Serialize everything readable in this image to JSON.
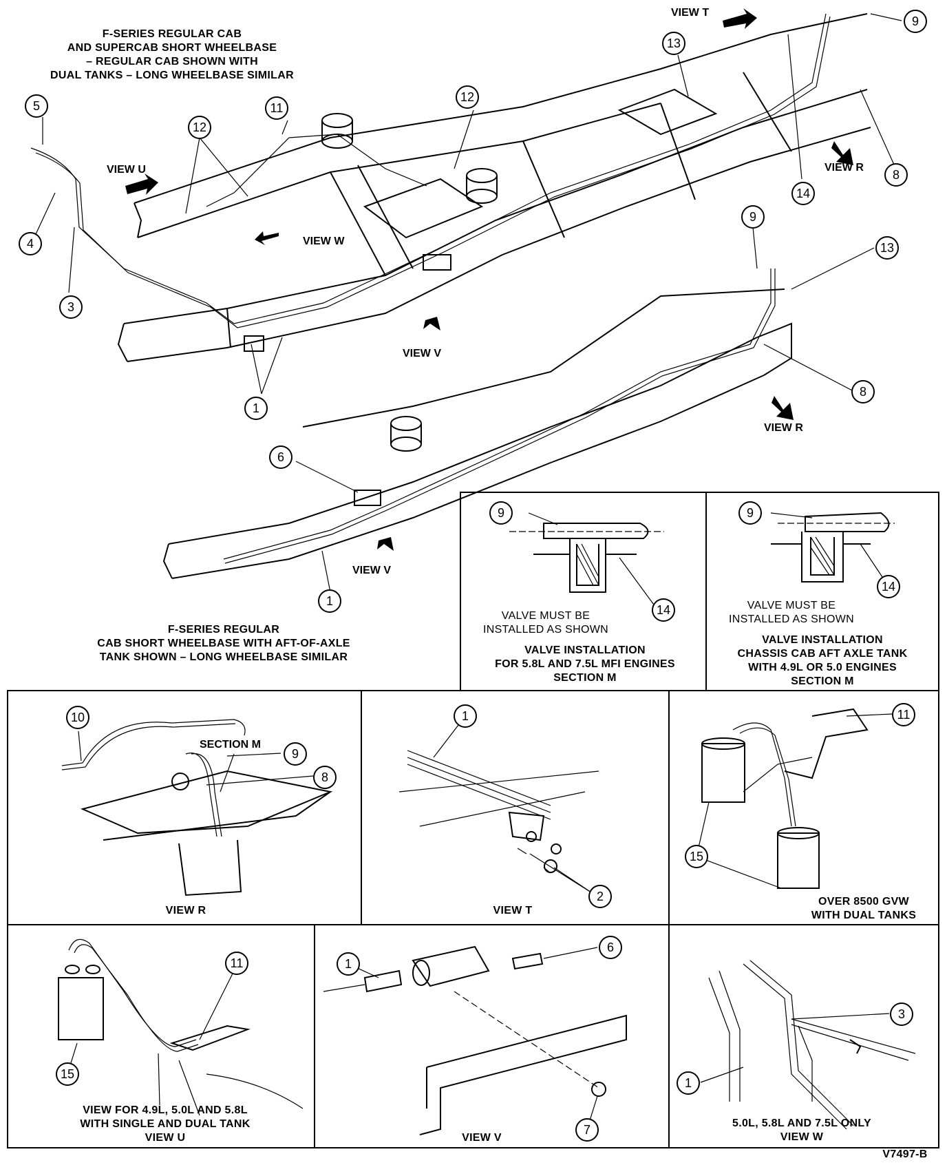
{
  "captions": {
    "top_title": "F-SERIES REGULAR CAB\nAND SUPERCAB SHORT WHEELBASE\n– REGULAR CAB SHOWN WITH\nDUAL TANKS – LONG WHEELBASE SIMILAR",
    "mid_title": "F-SERIES REGULAR\nCAB SHORT WHEELBASE WITH AFT-OF-AXLE\nTANK SHOWN – LONG WHEELBASE SIMILAR",
    "section_left_note": "VALVE MUST BE\nINSTALLED AS SHOWN",
    "section_left_title": "VALVE INSTALLATION\nFOR 5.8L AND 7.5L MFI ENGINES\nSECTION M",
    "section_right_note": "VALVE MUST BE\nINSTALLED AS SHOWN",
    "section_right_title": "VALVE INSTALLATION\nCHASSIS CAB AFT AXLE TANK\nWITH 4.9L OR 5.0 ENGINES\nSECTION M",
    "view_r_title": "VIEW R",
    "view_t_title": "VIEW T",
    "over_title": "OVER 8500 GVW\nWITH DUAL TANKS",
    "view_u_title": "VIEW FOR 4.9L, 5.0L AND 5.8L\nWITH SINGLE AND DUAL TANK\nVIEW U",
    "view_v_title": "VIEW V",
    "view_w_title": "5.0L, 5.8L AND 7.5L ONLY\nVIEW W",
    "figure_id": "V7497-B"
  },
  "view_labels": {
    "view_t": "VIEW T",
    "view_u": "VIEW U",
    "view_w": "VIEW W",
    "view_r_top": "VIEW R",
    "view_v_top": "VIEW V",
    "view_r_mid": "VIEW R",
    "view_v_mid": "VIEW V",
    "section_m": "SECTION M"
  },
  "callouts": {
    "c5": "5",
    "c4": "4",
    "c3": "3",
    "c12": "12",
    "c11": "11",
    "c12b": "12",
    "c13": "13",
    "c9a": "9",
    "c8a": "8",
    "c14a": "14",
    "c1a": "1",
    "c9b": "9",
    "c13b": "13",
    "c8b": "8",
    "c6": "6",
    "c1b": "1",
    "c9c": "9",
    "c14c": "14",
    "c9d": "9",
    "c14d": "14",
    "c10": "10",
    "c9e": "9",
    "c8e": "8",
    "c1t": "1",
    "c2t": "2",
    "c11o": "11",
    "c15o": "15",
    "c11u": "11",
    "c15u": "15",
    "c1v": "1",
    "c6v": "6",
    "c7v": "7",
    "c3w": "3",
    "c1w": "1"
  }
}
